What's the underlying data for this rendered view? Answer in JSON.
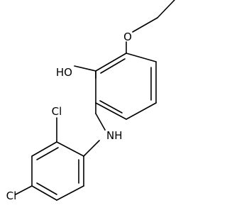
{
  "molecule": {
    "atom_labels": {
      "oxygen_ether": "O",
      "hydroxyl": "HO",
      "amine": "NH",
      "chloro_ortho": "Cl",
      "chloro_para": "Cl"
    }
  }
}
